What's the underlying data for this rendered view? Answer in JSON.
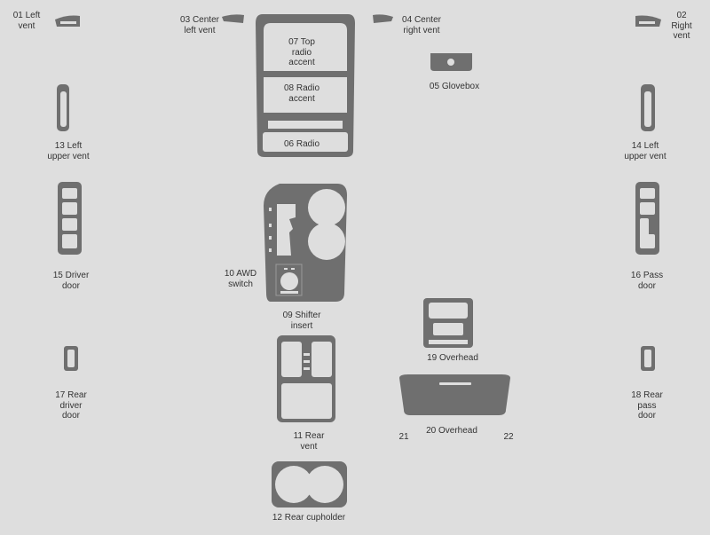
{
  "parts": [
    {
      "id": "01",
      "label": "01 Left\nvent"
    },
    {
      "id": "02",
      "label": "02 Right\nvent"
    },
    {
      "id": "03",
      "label": "03 Center\nleft vent"
    },
    {
      "id": "04",
      "label": "04 Center\nright vent"
    },
    {
      "id": "05",
      "label": "05 Glovebox"
    },
    {
      "id": "06",
      "label": "06 Radio"
    },
    {
      "id": "07",
      "label": "07 Top\nradio\naccent"
    },
    {
      "id": "08",
      "label": "08 Radio\naccent"
    },
    {
      "id": "09",
      "label": "09 Shifter\ninsert"
    },
    {
      "id": "10",
      "label": "10 AWD\nswitch"
    },
    {
      "id": "11",
      "label": "11 Rear\nvent"
    },
    {
      "id": "12",
      "label": "12 Rear cupholder"
    },
    {
      "id": "13",
      "label": "13 Left\nupper vent"
    },
    {
      "id": "14",
      "label": "14 Left\nupper vent"
    },
    {
      "id": "15",
      "label": "15 Driver\ndoor"
    },
    {
      "id": "16",
      "label": "16 Pass\ndoor"
    },
    {
      "id": "17",
      "label": "17 Rear\ndriver\ndoor"
    },
    {
      "id": "18",
      "label": "18 Rear\npass\ndoor"
    },
    {
      "id": "19",
      "label": "19 Overhead"
    },
    {
      "id": "20",
      "label": "20 Overhead"
    },
    {
      "id": "21",
      "label": "21"
    },
    {
      "id": "22",
      "label": "22"
    }
  ],
  "colors": {
    "background": "#dedede",
    "part": "#6f6f6f"
  }
}
